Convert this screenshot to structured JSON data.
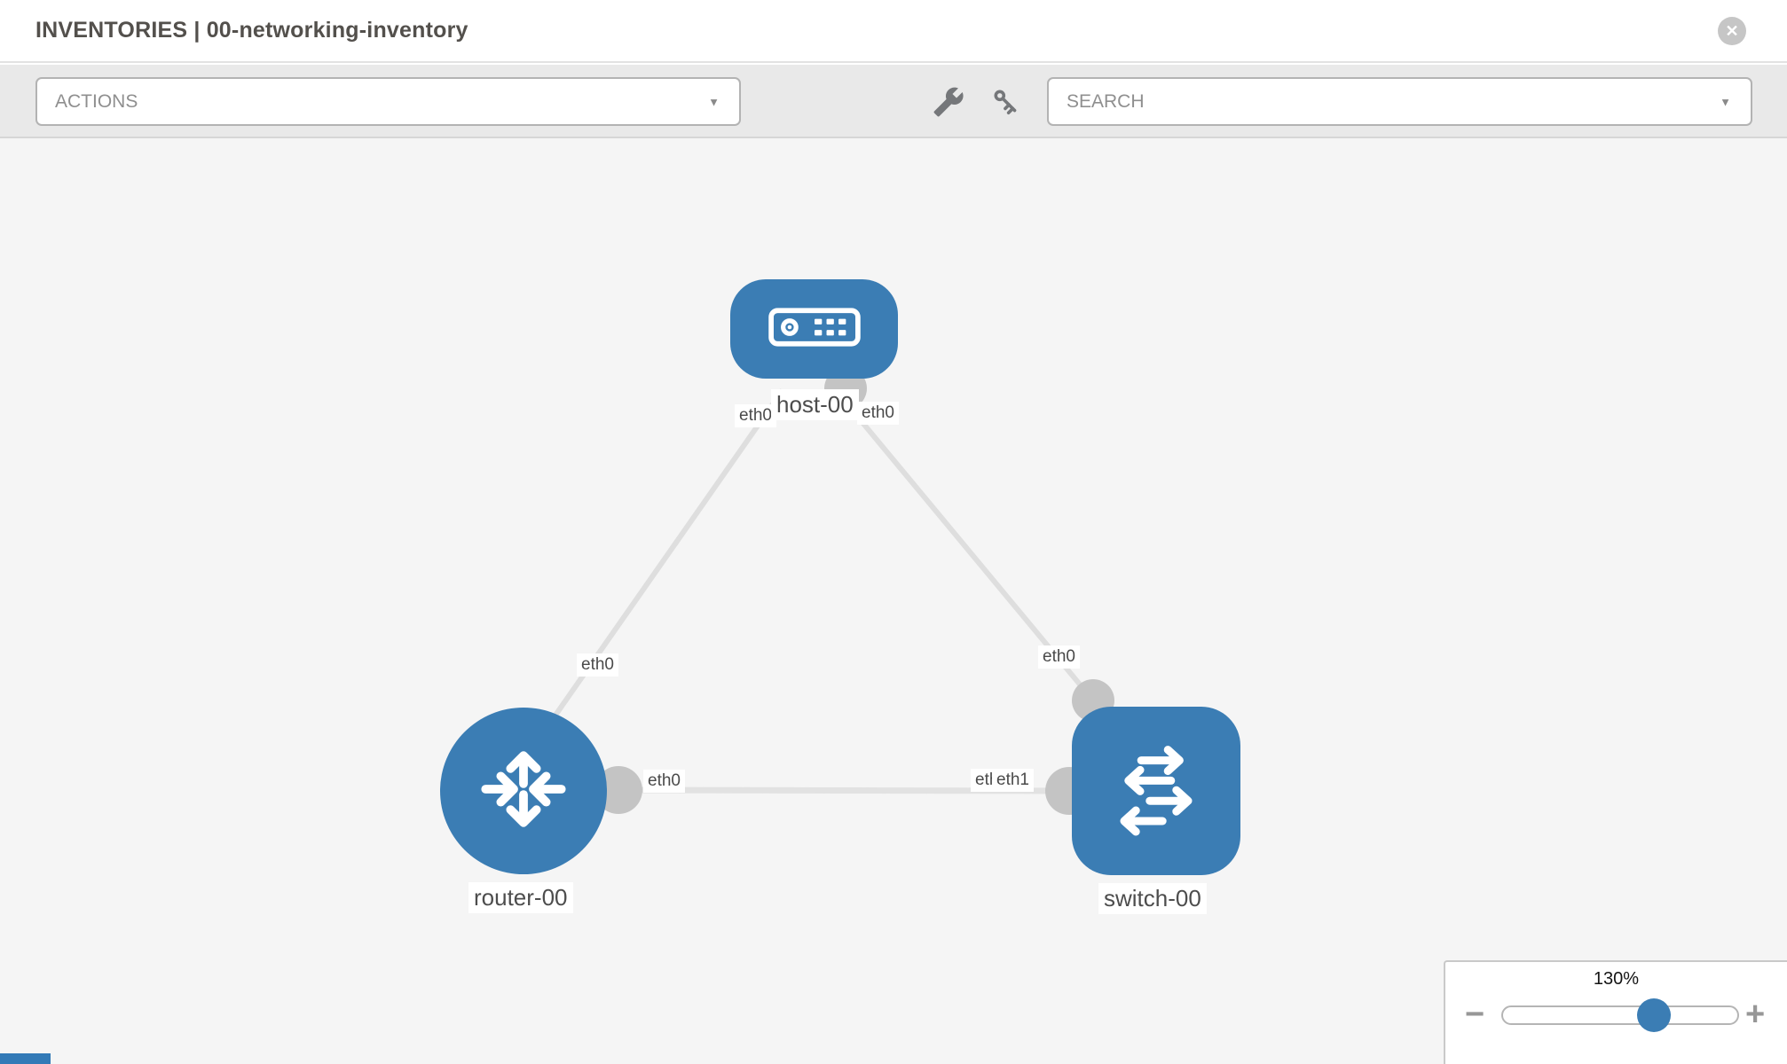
{
  "window": {
    "title": "INVENTORIES | 00-networking-inventory"
  },
  "toolbar": {
    "actions_dropdown": {
      "value": "ACTIONS"
    },
    "search_dropdown": {
      "value": "SEARCH"
    }
  },
  "icons": {
    "close": "✕",
    "dropdown_caret": "▼",
    "zoom_out": "−",
    "zoom_in": "+",
    "wrench": "wrench-icon",
    "key": "key-icon"
  },
  "topology": {
    "nodes": [
      {
        "name": "host-00",
        "type": "host"
      },
      {
        "name": "router-00",
        "type": "router"
      },
      {
        "name": "switch-00",
        "type": "switch"
      }
    ],
    "links": [
      {
        "from": "host-00",
        "from_interface": "eth0",
        "to": "router-00",
        "to_interface": "eth0"
      },
      {
        "from": "host-00",
        "from_interface": "eth0",
        "to": "switch-00",
        "to_interface": "eth0"
      },
      {
        "from": "router-00",
        "from_interface": "eth0",
        "to": "switch-00",
        "to_interface": "eth1"
      }
    ],
    "interface_labels": {
      "host_left": "eth0",
      "host_right": "eth0",
      "router_uplink": "eth0",
      "router_lan": "eth0",
      "switch_uplink": "eth0",
      "switch_lan_back": "eth1",
      "switch_lan_front": "eth1"
    }
  },
  "zoom_control": {
    "level": "130%"
  },
  "colors": {
    "node_blue": "#3b7db4",
    "link_gray": "#dedede",
    "connector_gray": "#c4c4c4",
    "canvas_bg": "#f5f5f5",
    "toolbar_bg": "#e9e9e9",
    "footer_blue": "#337ab7"
  }
}
